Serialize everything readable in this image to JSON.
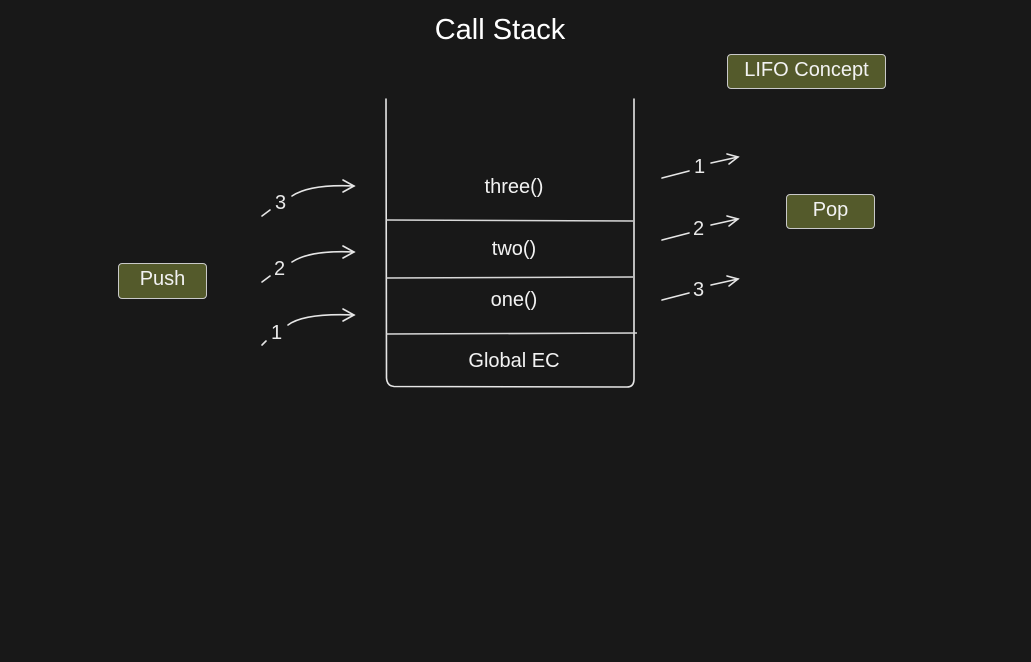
{
  "diagram": {
    "title": "Call Stack",
    "concept_label": "LIFO Concept",
    "push_label": "Push",
    "pop_label": "Pop",
    "stack_frames": {
      "top": "three()",
      "second": "two()",
      "third": "one()",
      "bottom": "Global EC"
    },
    "push_steps": [
      "1",
      "2",
      "3"
    ],
    "pop_steps": [
      "1",
      "2",
      "3"
    ],
    "colors": {
      "background": "#181818",
      "stroke": "#e6e6e6",
      "label_fill": "#545a2b"
    }
  }
}
